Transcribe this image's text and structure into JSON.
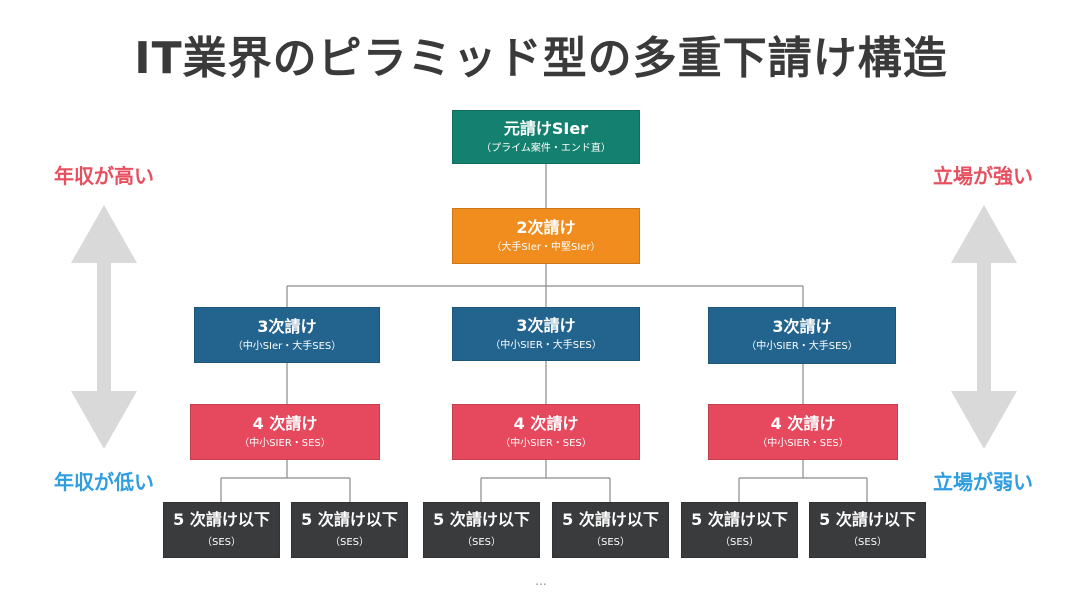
{
  "title": "IT業界のピラミッド型の多重下請け構造",
  "colors": {
    "tier1": "#14806f",
    "tier2": "#f08d1e",
    "tier3": "#23648f",
    "tier4": "#e6495d",
    "tier5": "#3a3b3d",
    "left_label": "#e7505f",
    "right_label": "#e7505f",
    "bottom_label": "#2f9ee0",
    "arrow": "#d9d9d9",
    "line": "#8a8a8a"
  },
  "left": {
    "top_label": "年収が高い",
    "bottom_label": "年収が低い"
  },
  "right": {
    "top_label": "立場が強い",
    "bottom_label": "立場が弱い"
  },
  "tier1": {
    "main": "元請けSIer",
    "sub": "（プライム案件・エンド直）"
  },
  "tier2": {
    "main": "2次請け",
    "sub": "（大手SIer・中堅SIer）"
  },
  "tier3": [
    {
      "main": "3次請け",
      "sub": "（中小SIer・大手SES）"
    },
    {
      "main": "3次請け",
      "sub": "（中小SIER・大手SES）"
    },
    {
      "main": "3次請け",
      "sub": "（中小SIER・大手SES）"
    }
  ],
  "tier4": [
    {
      "main": "4 次請け",
      "sub": "（中小SIER・SES）"
    },
    {
      "main": "4 次請け",
      "sub": "（中小SIER・SES）"
    },
    {
      "main": "4 次請け",
      "sub": "（中小SIER・SES）"
    }
  ],
  "tier5": [
    {
      "main": "5 次請け以下",
      "sub": "（SES）"
    },
    {
      "main": "5 次請け以下",
      "sub": "（SES）"
    },
    {
      "main": "5 次請け以下",
      "sub": "（SES）"
    },
    {
      "main": "5 次請け以下",
      "sub": "（SES）"
    },
    {
      "main": "5 次請け以下",
      "sub": "（SES）"
    },
    {
      "main": "5 次請け以下",
      "sub": "（SES）"
    }
  ],
  "footer": "..."
}
